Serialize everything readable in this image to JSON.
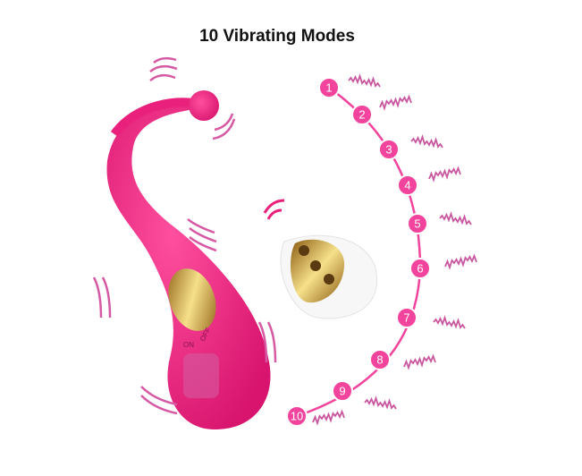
{
  "title": "10 Vibrating Modes",
  "device_switch": {
    "on": "ON",
    "off": "OFF"
  },
  "modes": [
    "1",
    "2",
    "3",
    "4",
    "5",
    "6",
    "7",
    "8",
    "9",
    "10"
  ],
  "colors": {
    "pink": "#e9207c",
    "mode_circle": "#f2449c",
    "wave": "#c9579f",
    "gold": "#d9a83a"
  }
}
